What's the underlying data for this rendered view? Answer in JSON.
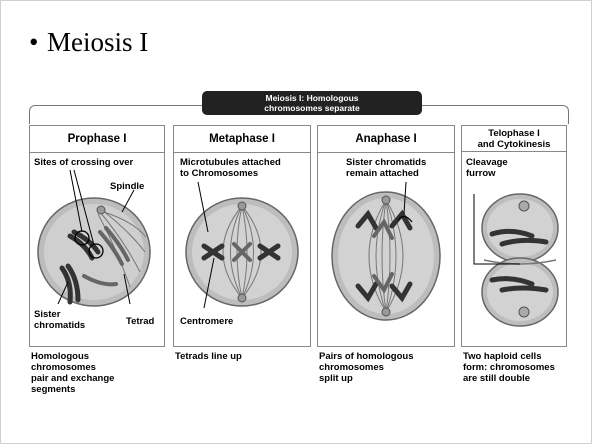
{
  "slide": {
    "bullet": "Meiosis I",
    "banner": [
      "Meiosis I: Homologous",
      "chromosomes separate"
    ]
  },
  "panels": [
    {
      "title": "Prophase I",
      "labels": [
        "Sites of crossing over",
        "Spindle",
        "Sister",
        "chromatids",
        "Tetrad"
      ],
      "caption": [
        "Homologous",
        "chromosomes",
        "pair and exchange",
        "segments"
      ]
    },
    {
      "title": "Metaphase I",
      "labels": [
        "Microtubules attached",
        "to Chromosomes",
        "Centromere"
      ],
      "caption": [
        "Tetrads line up"
      ]
    },
    {
      "title": "Anaphase I",
      "labels": [
        "Sister chromatids",
        "remain attached"
      ],
      "caption": [
        "Pairs of homologous",
        "chromosomes",
        "split up"
      ]
    },
    {
      "title": [
        "Telophase I",
        "and Cytokinesis"
      ],
      "labels": [
        "Cleavage",
        "furrow"
      ],
      "caption": [
        "Two haploid cells",
        "form: chromosomes",
        "are still double"
      ]
    }
  ]
}
